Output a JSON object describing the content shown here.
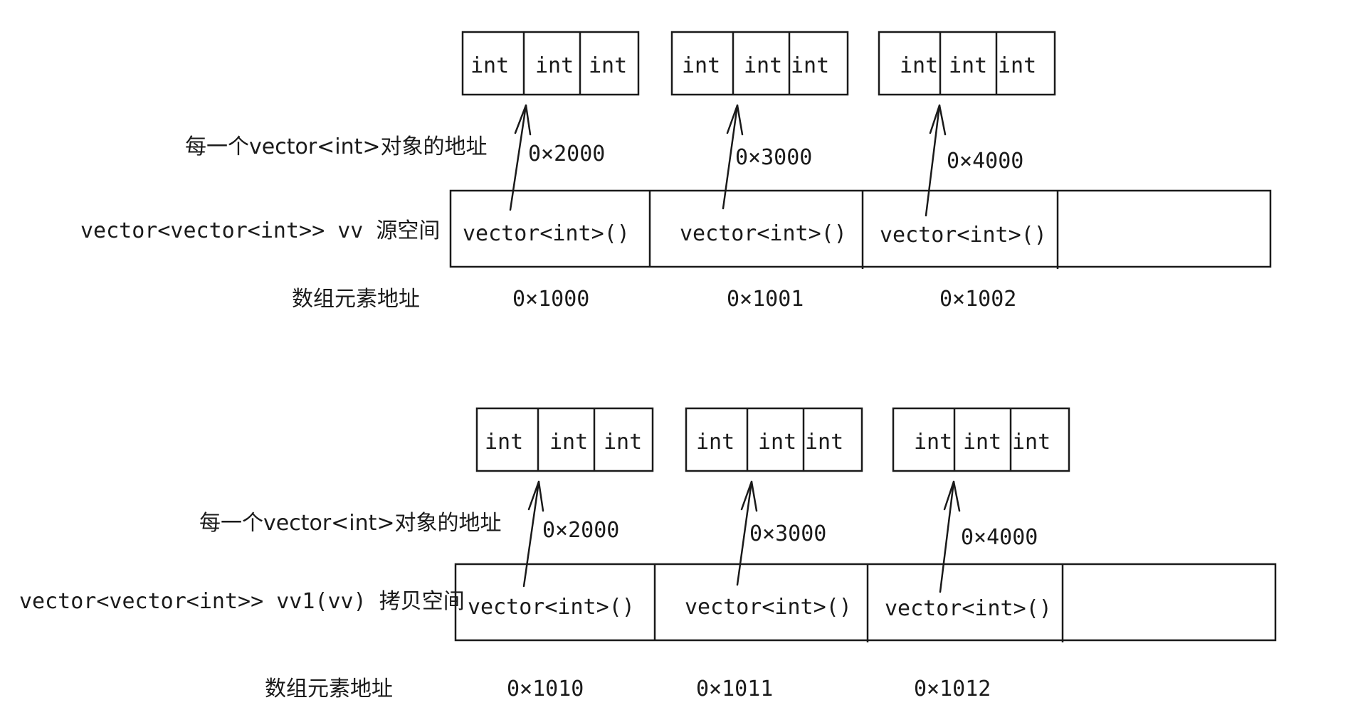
{
  "sections": [
    {
      "row_label": "vector<vector<int>> vv 源空间",
      "pointer_label": "每一个vector<int>对象的地址",
      "index_label": "数组元素地址",
      "int_groups": [
        [
          "int",
          "int",
          "int"
        ],
        [
          "int",
          "int",
          "int"
        ],
        [
          "int",
          "int",
          "int"
        ]
      ],
      "pointers": [
        "0×2000",
        "0×3000",
        "0×4000"
      ],
      "elements": [
        "vector<int>()",
        "vector<int>()",
        "vector<int>()"
      ],
      "element_addresses": [
        "0×1000",
        "0×1001",
        "0×1002"
      ]
    },
    {
      "row_label": "vector<vector<int>> vv1(vv) 拷贝空间",
      "pointer_label": "每一个vector<int>对象的地址",
      "index_label": "数组元素地址",
      "int_groups": [
        [
          "int",
          "int",
          "int"
        ],
        [
          "int",
          "int",
          "int"
        ],
        [
          "int",
          "int",
          "int"
        ]
      ],
      "pointers": [
        "0×2000",
        "0×3000",
        "0×4000"
      ],
      "elements": [
        "vector<int>()",
        "vector<int>()",
        "vector<int>()"
      ],
      "element_addresses": [
        "0×1010",
        "0×1011",
        "0×1012"
      ]
    }
  ]
}
